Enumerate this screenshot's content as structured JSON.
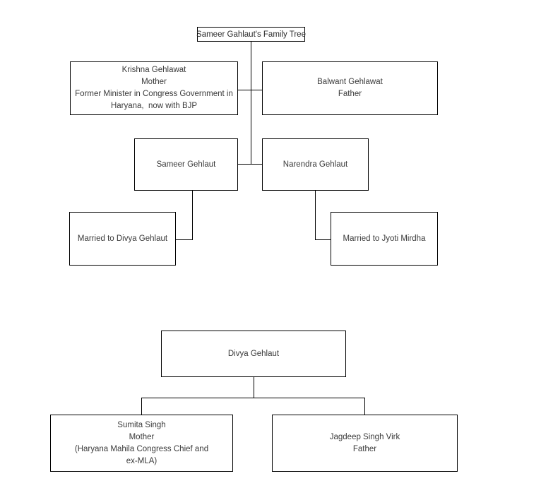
{
  "diagram": {
    "title": "Sameer Gahlaut's Family Tree",
    "upper_tree": {
      "mother": {
        "line1": "Krishna Gehlawat",
        "line2": "Mother",
        "line3": "Former Minister in Congress Government in",
        "line4": "Haryana,  now with BJP"
      },
      "father": {
        "line1": "Balwant Gehlawat",
        "line2": "Father"
      },
      "son_left": {
        "line1": "Sameer Gehlaut"
      },
      "son_right": {
        "line1": "Narendra Gehlaut"
      },
      "spouse_left": {
        "line1": "Married to Divya Gehlaut"
      },
      "spouse_right": {
        "line1": "Married to Jyoti Mirdha"
      }
    },
    "lower_tree": {
      "child": {
        "line1": "Divya Gehlaut"
      },
      "mother": {
        "line1": "Sumita Singh",
        "line2": "Mother",
        "line3": "(Haryana Mahila Congress Chief and",
        "line4": "ex-MLA)"
      },
      "father": {
        "line1": "Jagdeep Singh Virk",
        "line2": "Father"
      }
    }
  },
  "colors": {
    "background": "#ffffff",
    "border": "#000000",
    "text": "#3a3a3a"
  }
}
